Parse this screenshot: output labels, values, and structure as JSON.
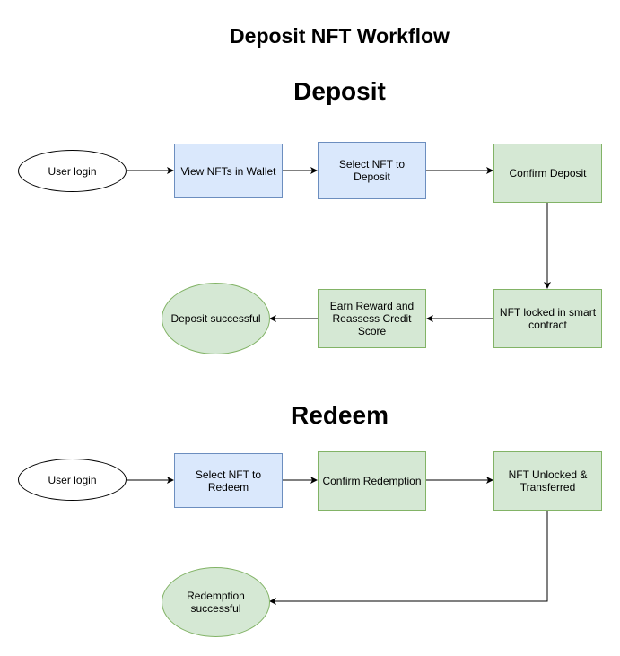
{
  "title": "Deposit NFT Workflow",
  "colors": {
    "process_blue_fill": "#dae8fc",
    "process_blue_stroke": "#6c8ebf",
    "process_green_fill": "#d5e8d4",
    "process_green_stroke": "#82b366",
    "start_fill": "#ffffff",
    "arrow": "#000000"
  },
  "deposit": {
    "heading": "Deposit",
    "user_login": "User login",
    "view_nfts": "View NFTs in Wallet",
    "select_nft": "Select NFT to Deposit",
    "confirm": "Confirm Deposit",
    "locked": "NFT locked in smart contract",
    "earn_reward": "Earn Reward and Reassess Credit Score",
    "success": "Deposit successful"
  },
  "redeem": {
    "heading": "Redeem",
    "user_login": "User login",
    "select_nft": "Select NFT to Redeem",
    "confirm": "Confirm Redemption",
    "unlocked": "NFT Unlocked & Transferred",
    "success": "Redemption successful"
  }
}
